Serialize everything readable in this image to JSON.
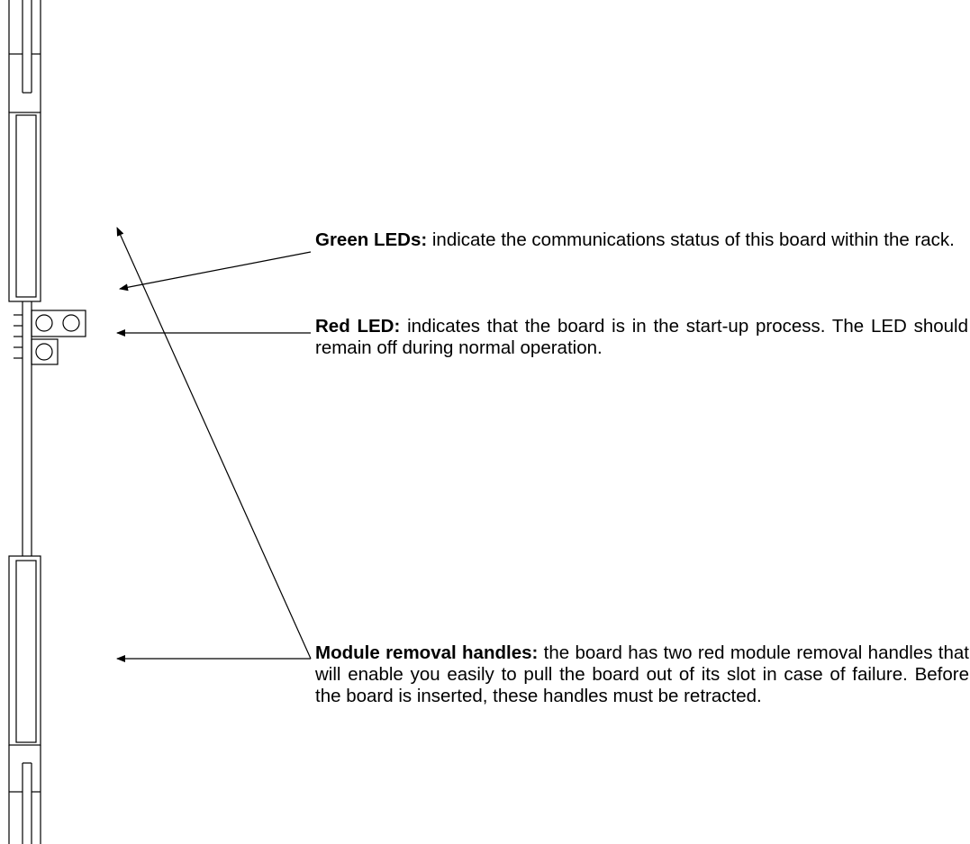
{
  "callouts": {
    "green_leds": {
      "title": "Green LEDs:",
      "text": "indicate the communications status of this board within the rack."
    },
    "red_led": {
      "title": "Red LED:",
      "text": "indicates that the board is in the start-up process. The LED should remain off during normal operation."
    },
    "removal_handles": {
      "title": "Module removal handles:",
      "text": "the board has two red module removal handles that will enable you easily to pull the board out of its slot in case of failure. Before the board is inserted, these handles must be retracted."
    }
  },
  "colors": {
    "line": "#000000",
    "background": "#ffffff"
  }
}
